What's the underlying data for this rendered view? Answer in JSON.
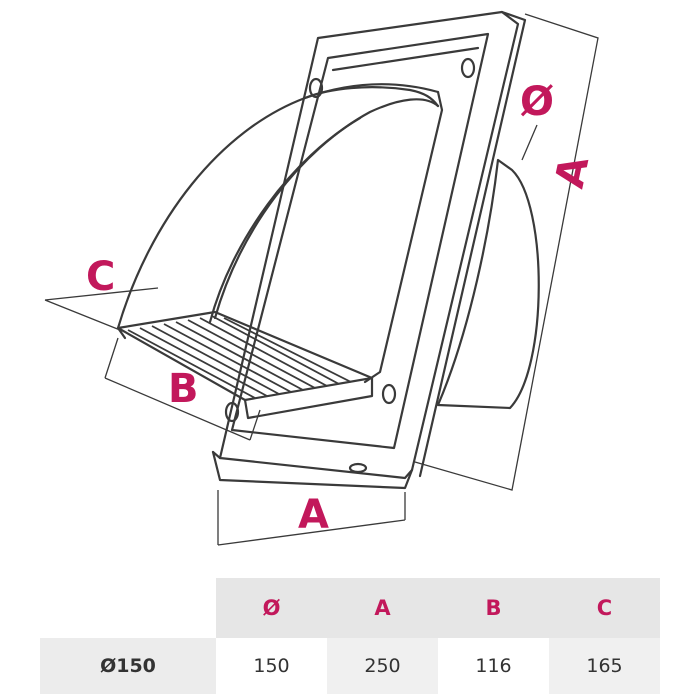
{
  "colors": {
    "accent": "#c2185b",
    "line": "#3a3a3a",
    "header_bg": "#e6e6e6",
    "row_bg": "#f0f0f0"
  },
  "diagram": {
    "labels": {
      "diameter": "Ø",
      "a_side": "A",
      "a_bottom": "A",
      "b": "B",
      "c": "C"
    }
  },
  "table": {
    "headers": [
      "",
      "Ø",
      "A",
      "B",
      "C"
    ],
    "rows": [
      {
        "label": "Ø150",
        "values": [
          "150",
          "250",
          "116",
          "165"
        ]
      }
    ]
  }
}
